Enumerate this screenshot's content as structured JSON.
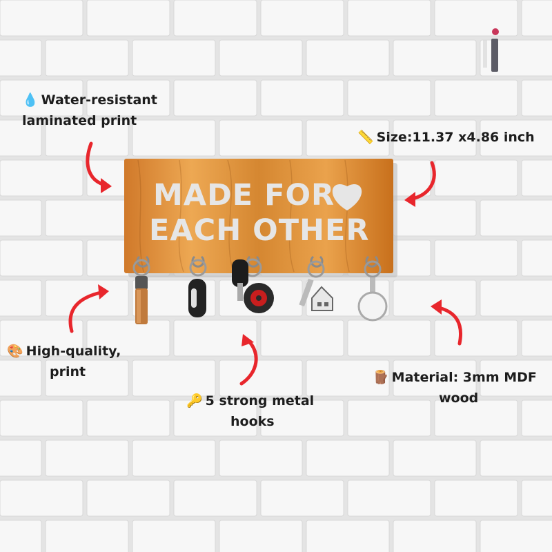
{
  "board": {
    "line1": "MADE FOR",
    "line2": "EACH OTHER"
  },
  "features": {
    "water": {
      "icon": "droplet-icon",
      "glyph": "💧",
      "line1": "Water-resistant",
      "line2": "laminated print"
    },
    "size": {
      "icon": "ruler-icon",
      "glyph": "📏",
      "line1": "Size:11.37 x4.86 inch"
    },
    "quality": {
      "icon": "palette-icon",
      "glyph": "🎨",
      "line1": "High-quality,",
      "line2": "print"
    },
    "hooks": {
      "icon": "key-icon",
      "glyph": "🔑",
      "line1": "5 strong metal",
      "line2": "hooks"
    },
    "material": {
      "icon": "wood-log-icon",
      "glyph": "🪵",
      "line1": "Material: 3mm MDF",
      "line2": "wood"
    }
  },
  "colors": {
    "arrow": "#e8262c",
    "wood_light": "#e9a250",
    "wood_dark": "#c66e17",
    "wall": "#ececec"
  }
}
